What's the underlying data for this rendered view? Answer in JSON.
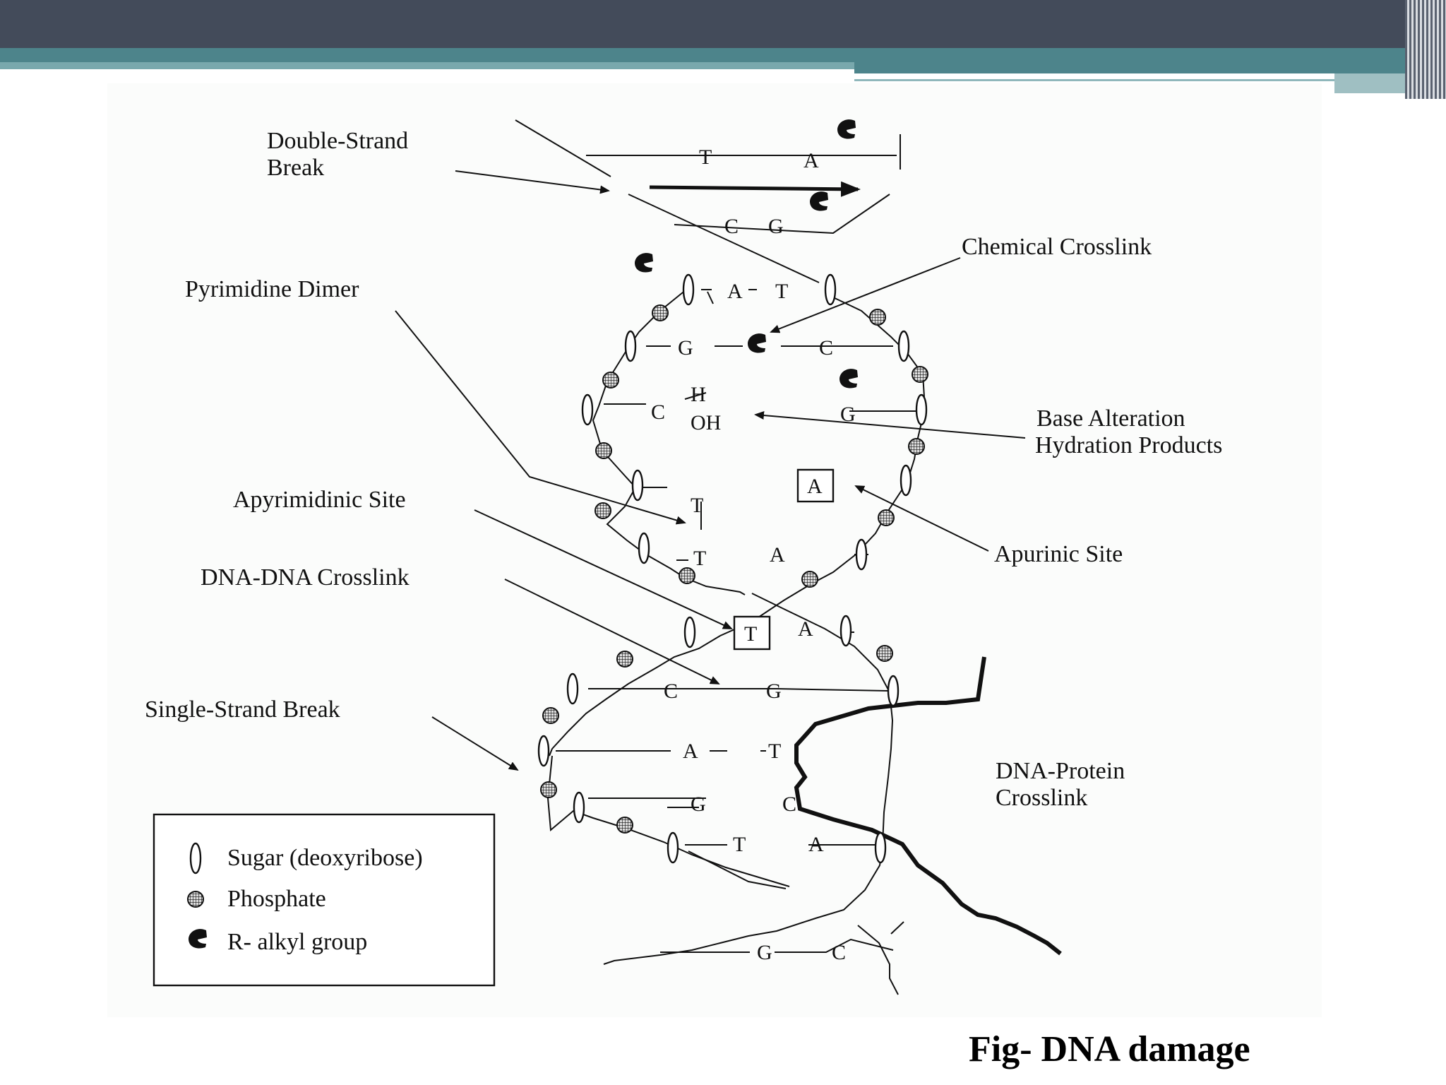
{
  "labels": {
    "double_strand_break_1": "Double-Strand",
    "double_strand_break_2": "Break",
    "chemical_crosslink": "Chemical Crosslink",
    "pyrimidine_dimer": "Pyrimidine Dimer",
    "base_alteration_1": "Base Alteration",
    "base_alteration_2": "Hydration Products",
    "apyrimidinic_site": "Apyrimidinic Site",
    "apurinic_site": "Apurinic Site",
    "dna_dna_crosslink": "DNA-DNA Crosslink",
    "single_strand_break": "Single-Strand Break",
    "dna_protein_crosslink_1": "DNA-Protein",
    "dna_protein_crosslink_2": "Crosslink"
  },
  "bases": {
    "b1": "T",
    "b2": "A",
    "b3": "C",
    "b4": "G",
    "b5": "A",
    "b6": "T",
    "b7": "G",
    "b8": "C",
    "b9": "C",
    "b10": "H",
    "b11": "OH",
    "b12": "G",
    "b13": "A",
    "b14": "T",
    "b15": "T",
    "b16": "A",
    "b17": "T",
    "b18": "A",
    "b19": "C",
    "b20": "G",
    "b21": "A",
    "b22": "T",
    "b23": "G",
    "b24": "C",
    "b25": "T",
    "b26": "A",
    "b27": "G",
    "b28": "C"
  },
  "legend": {
    "sugar": "Sugar (deoxyribose)",
    "phosphate": "Phosphate",
    "alkyl": "R- alkyl group"
  },
  "caption": "Fig- DNA damage"
}
